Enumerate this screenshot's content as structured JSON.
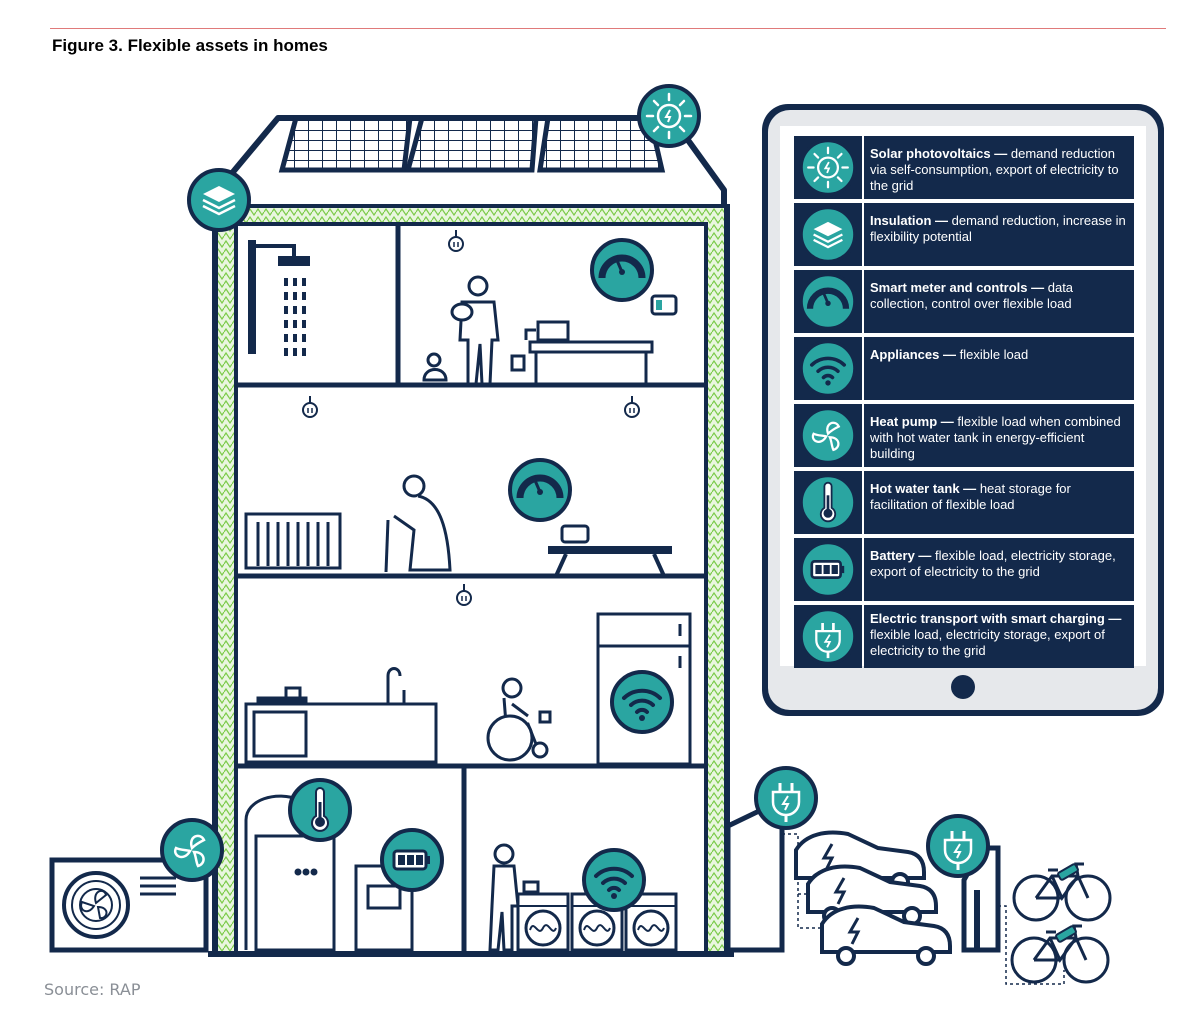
{
  "figure": {
    "title": "Figure 3. Flexible assets in homes",
    "source": "Source: RAP"
  },
  "colors": {
    "navy": "#13294b",
    "teal": "#2aa5a1",
    "insulation_green": "#7ccb4a",
    "tablet_bg": "#e6e8eb",
    "rule_line": "#e07a7a"
  },
  "legend": [
    {
      "icon": "solar-sun-icon",
      "title": "Solar photovoltaics —",
      "desc": "demand reduction via self-consumption, export of electricity to the grid"
    },
    {
      "icon": "insulation-layers-icon",
      "title": "Insulation —",
      "desc": "demand reduction, increase in flexibility potential"
    },
    {
      "icon": "smart-meter-gauge-icon",
      "title": "Smart meter and controls —",
      "desc": "data collection, control over flexible load"
    },
    {
      "icon": "appliances-wifi-icon",
      "title": "Appliances —",
      "desc": "flexible load"
    },
    {
      "icon": "heat-pump-fan-icon",
      "title": "Heat pump —",
      "desc": "flexible load when combined with hot water tank in energy-efficient building"
    },
    {
      "icon": "thermometer-icon",
      "title": "Hot water tank —",
      "desc": "heat storage for facilitation of flexible load"
    },
    {
      "icon": "battery-icon",
      "title": "Battery —",
      "desc": "flexible load, electricity storage, export of electricity to the grid"
    },
    {
      "icon": "ev-plug-icon",
      "title": "Electric transport with smart charging —",
      "desc": "flexible load, electricity storage, export of electricity to the grid"
    }
  ]
}
